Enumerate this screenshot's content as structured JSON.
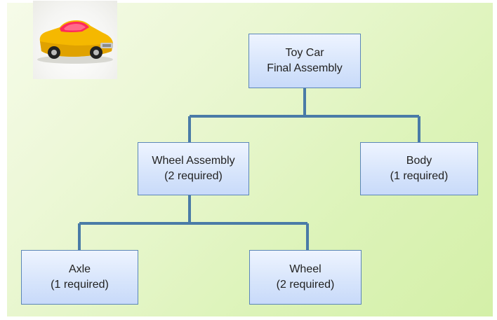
{
  "nodes": {
    "final": {
      "line1": "Toy Car",
      "line2": "Final Assembly"
    },
    "wheel_assembly": {
      "line1": "Wheel Assembly",
      "line2": "(2 required)"
    },
    "body": {
      "line1": "Body",
      "line2": "(1 required)"
    },
    "axle": {
      "line1": "Axle",
      "line2": "(1 required)"
    },
    "wheel": {
      "line1": "Wheel",
      "line2": "(2 required)"
    }
  },
  "colors": {
    "connector": "#4a7ba7",
    "node_border": "#5b86b8",
    "car_body": "#f5b800",
    "car_interior": "#ff2a5a"
  },
  "icons": {
    "photo": "toy-car-image"
  }
}
